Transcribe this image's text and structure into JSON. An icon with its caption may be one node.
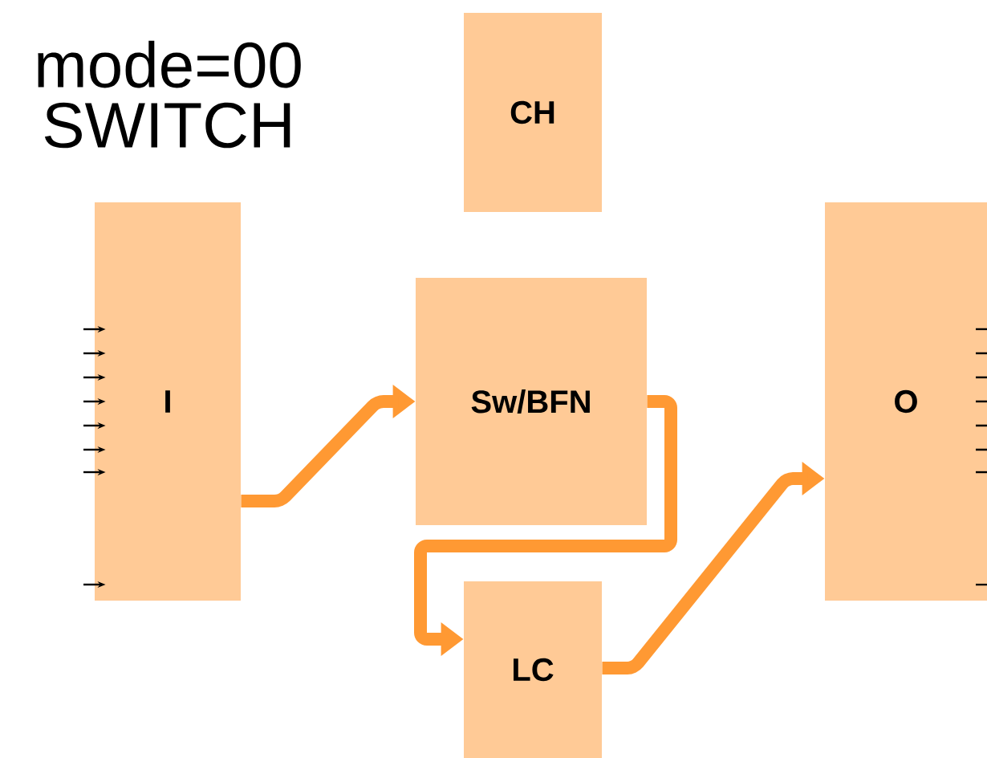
{
  "diagram": {
    "nodes": [
      {
        "text": [
          "CH"
        ]
      },
      {
        "text": [
          "I"
        ]
      },
      {
        "text": [
          "Sw/BFN"
        ]
      },
      {
        "text": [
          "O"
        ]
      },
      {
        "text": [
          "LC"
        ]
      }
    ],
    "edges": [
      {
        "from": 1,
        "to": 2,
        "arrow": "to",
        "style": "thick",
        "color": "#ff9933"
      },
      {
        "from": 2,
        "to": 4,
        "arrow": "to",
        "style": "thick",
        "color": "#ff9933"
      },
      {
        "from": 4,
        "to": 3,
        "arrow": "to",
        "style": "thick",
        "color": "#ff9933"
      },
      {
        "from": null,
        "to": 1,
        "arrow": "to"
      },
      {
        "from": null,
        "to": 1,
        "arrow": "to"
      },
      {
        "from": null,
        "to": 1,
        "arrow": "to"
      },
      {
        "from": null,
        "to": 1,
        "arrow": "to"
      },
      {
        "from": null,
        "to": 1,
        "arrow": "to"
      },
      {
        "from": null,
        "to": 1,
        "arrow": "to"
      },
      {
        "from": null,
        "to": 1,
        "arrow": "to"
      },
      {
        "from": null,
        "to": 1,
        "arrow": "to"
      },
      {
        "from": 3,
        "to": null,
        "arrow": "none"
      },
      {
        "from": 3,
        "to": null,
        "arrow": "none"
      },
      {
        "from": 3,
        "to": null,
        "arrow": "none"
      },
      {
        "from": 3,
        "to": null,
        "arrow": "none"
      },
      {
        "from": 3,
        "to": null,
        "arrow": "none"
      },
      {
        "from": 3,
        "to": null,
        "arrow": "none"
      },
      {
        "from": 3,
        "to": null,
        "arrow": "none"
      },
      {
        "from": 3,
        "to": null,
        "arrow": "none"
      }
    ],
    "labels": [
      "mode=00",
      "SWITCH"
    ]
  }
}
